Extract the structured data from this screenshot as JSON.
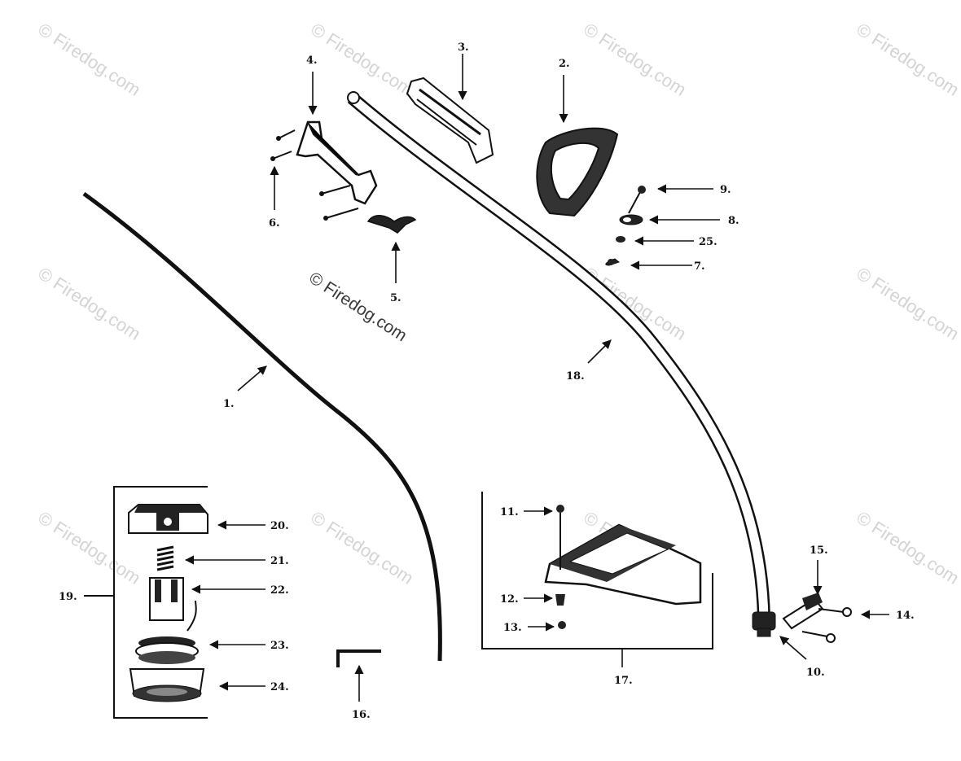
{
  "watermark": "© Firedog.com",
  "labels": {
    "l1": "1.",
    "l2": "2.",
    "l3": "3.",
    "l4": "4.",
    "l5": "5.",
    "l6": "6.",
    "l7": "7.",
    "l8": "8.",
    "l9": "9.",
    "l10": "10.",
    "l11": "11.",
    "l12": "12.",
    "l13": "13.",
    "l14": "14.",
    "l15": "15.",
    "l16": "16.",
    "l18": "18.",
    "l17": "17.",
    "l19": "19.",
    "l20": "20.",
    "l21": "21.",
    "l22": "22.",
    "l23": "23.",
    "l24": "24.",
    "l25": "25."
  }
}
